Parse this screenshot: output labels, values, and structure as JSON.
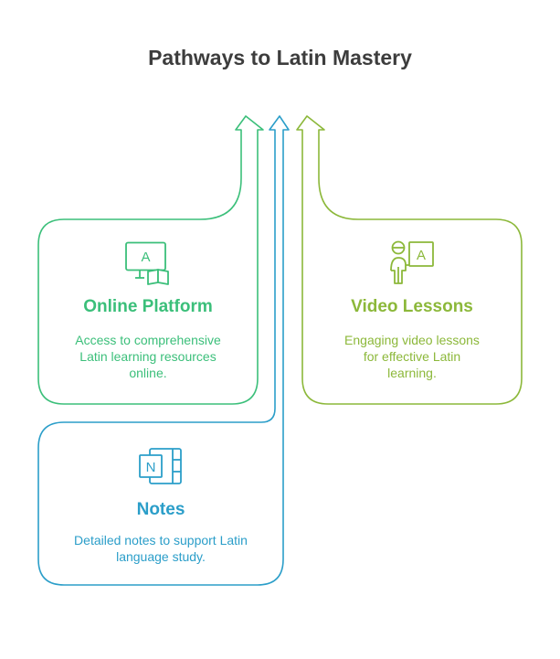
{
  "title": "Pathways to Latin Mastery",
  "colors": {
    "online_platform": "#3bbf7a",
    "video_lessons": "#8cb83a",
    "notes": "#2b9ec9"
  },
  "cards": {
    "online_platform": {
      "icon": "online-learning-icon",
      "heading": "Online Platform",
      "description_lines": [
        "Access to comprehensive",
        "Latin learning resources",
        "online."
      ]
    },
    "video_lessons": {
      "icon": "teacher-whiteboard-icon",
      "heading": "Video Lessons",
      "description_lines": [
        "Engaging video lessons",
        "for effective Latin",
        "learning."
      ]
    },
    "notes": {
      "icon": "notes-app-icon",
      "heading": "Notes",
      "description_lines": [
        "Detailed notes to support Latin",
        "language study."
      ]
    }
  },
  "icon_letters": {
    "online_platform": "A",
    "video_lessons": "A",
    "notes": "N"
  }
}
